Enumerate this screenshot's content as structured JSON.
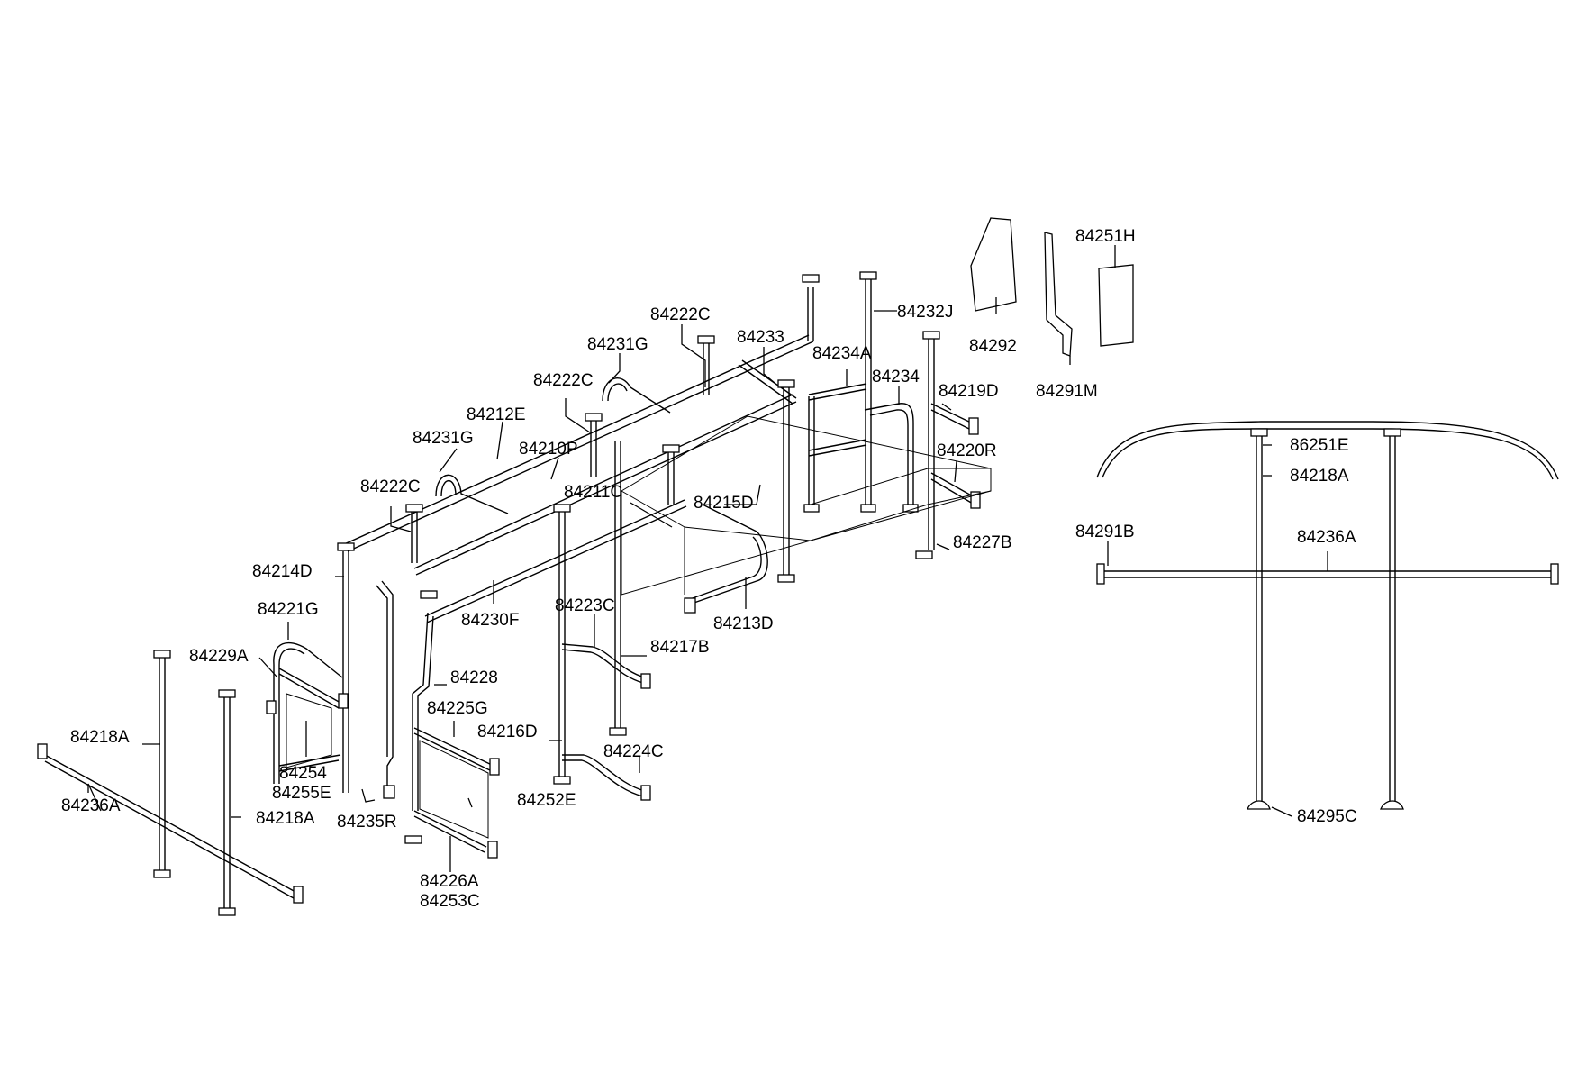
{
  "labels": {
    "l84222C_top": "84222C",
    "l84232J": "84232J",
    "l84292": "84292",
    "l84251H": "84251H",
    "l84291M": "84291M",
    "l84231G_top": "84231G",
    "l84233": "84233",
    "l84234A": "84234A",
    "l84234": "84234",
    "l84219D": "84219D",
    "l84222C_mid": "84222C",
    "l84212E": "84212E",
    "l84231G_left": "84231G",
    "l84210P": "84210P",
    "l84220R": "84220R",
    "l84222C_low": "84222C",
    "l84211C": "84211C",
    "l84215D": "84215D",
    "l84227B": "84227B",
    "l84214D": "84214D",
    "l84230F": "84230F",
    "l84213D": "84213D",
    "l84221G": "84221G",
    "l84223C": "84223C",
    "l84217B": "84217B",
    "l84229A": "84229A",
    "l84228": "84228",
    "l84225G": "84225G",
    "l84218A_left": "84218A",
    "l84216D": "84216D",
    "l84224C": "84224C",
    "l84254": "84254",
    "l84255E": "84255E",
    "l84252E": "84252E",
    "l84236A_left": "84236A",
    "l84218A_left2": "84218A",
    "l84235R": "84235R",
    "l84226A": "84226A",
    "l84253C": "84253C",
    "l86251E": "86251E",
    "l84218A_right": "84218A",
    "l84291B": "84291B",
    "l84236A_right": "84236A",
    "l84295C": "84295C"
  }
}
